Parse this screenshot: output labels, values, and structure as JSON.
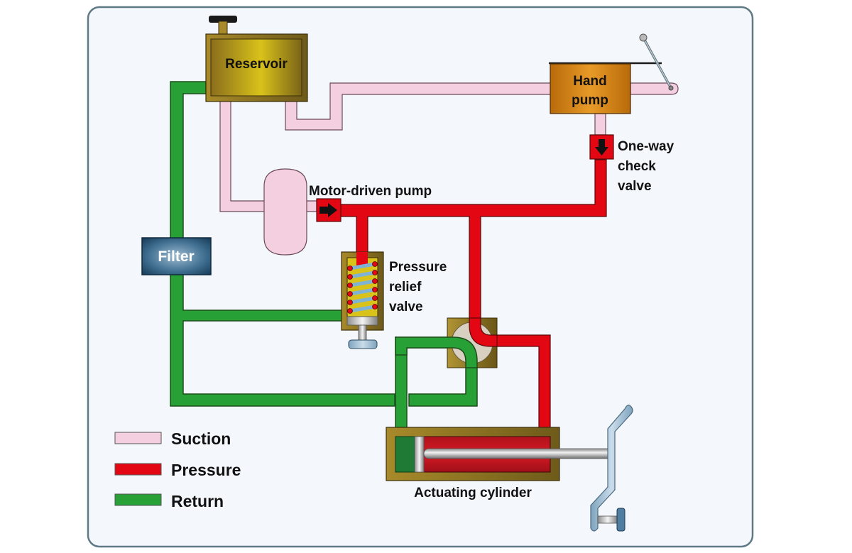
{
  "title": "Basic hydraulic system",
  "colors": {
    "suction": "#f4cfe0",
    "pressure": "#e30613",
    "return": "#27a035",
    "panel_bg": "#f4f8fc",
    "panel_border": "#5f7a86",
    "brass": "#a88a2a",
    "hand_pump": "#c8780e",
    "filter": "#1f4d6e"
  },
  "components": {
    "reservoir": "Reservoir",
    "hand_pump": [
      "Hand",
      "pump"
    ],
    "check_valve": [
      "One-way",
      "check",
      "valve"
    ],
    "motor_pump": "Motor-driven pump",
    "filter": "Filter",
    "relief_valve": [
      "Pressure",
      "relief",
      "valve"
    ],
    "actuating_cylinder": "Actuating cylinder"
  },
  "legend": [
    {
      "key": "suction",
      "label": "Suction"
    },
    {
      "key": "pressure",
      "label": "Pressure"
    },
    {
      "key": "return",
      "label": "Return"
    }
  ]
}
